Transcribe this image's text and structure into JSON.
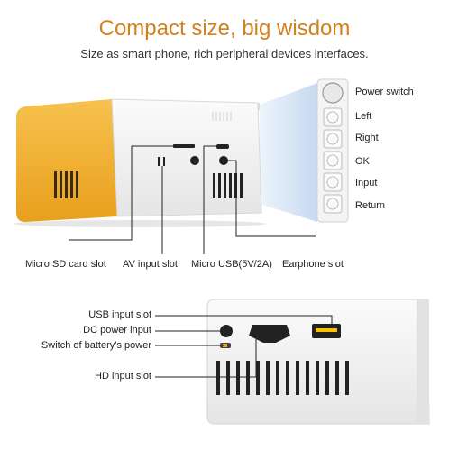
{
  "header": {
    "title": "Compact size, big wisdom",
    "subtitle": "Size as smart phone, rich peripheral devices interfaces."
  },
  "top_callouts": {
    "power_switch": "Power switch",
    "left": "Left",
    "right": "Right",
    "ok": "OK",
    "input": "Input",
    "return": "Return",
    "micro_sd": "Micro SD card slot",
    "av_input": "AV input slot",
    "micro_usb": "Micro USB(5V/2A)",
    "earphone": "Earphone slot"
  },
  "bottom_callouts": {
    "usb_input": "USB input slot",
    "dc_power": "DC power input",
    "battery_switch": "Switch of battery’s power",
    "hd_input": "HD input slot"
  },
  "colors": {
    "title": "#d4801c",
    "yellow": "#f2b233",
    "body_white": "#f2f2f2",
    "beam": "#cfe0f2"
  }
}
